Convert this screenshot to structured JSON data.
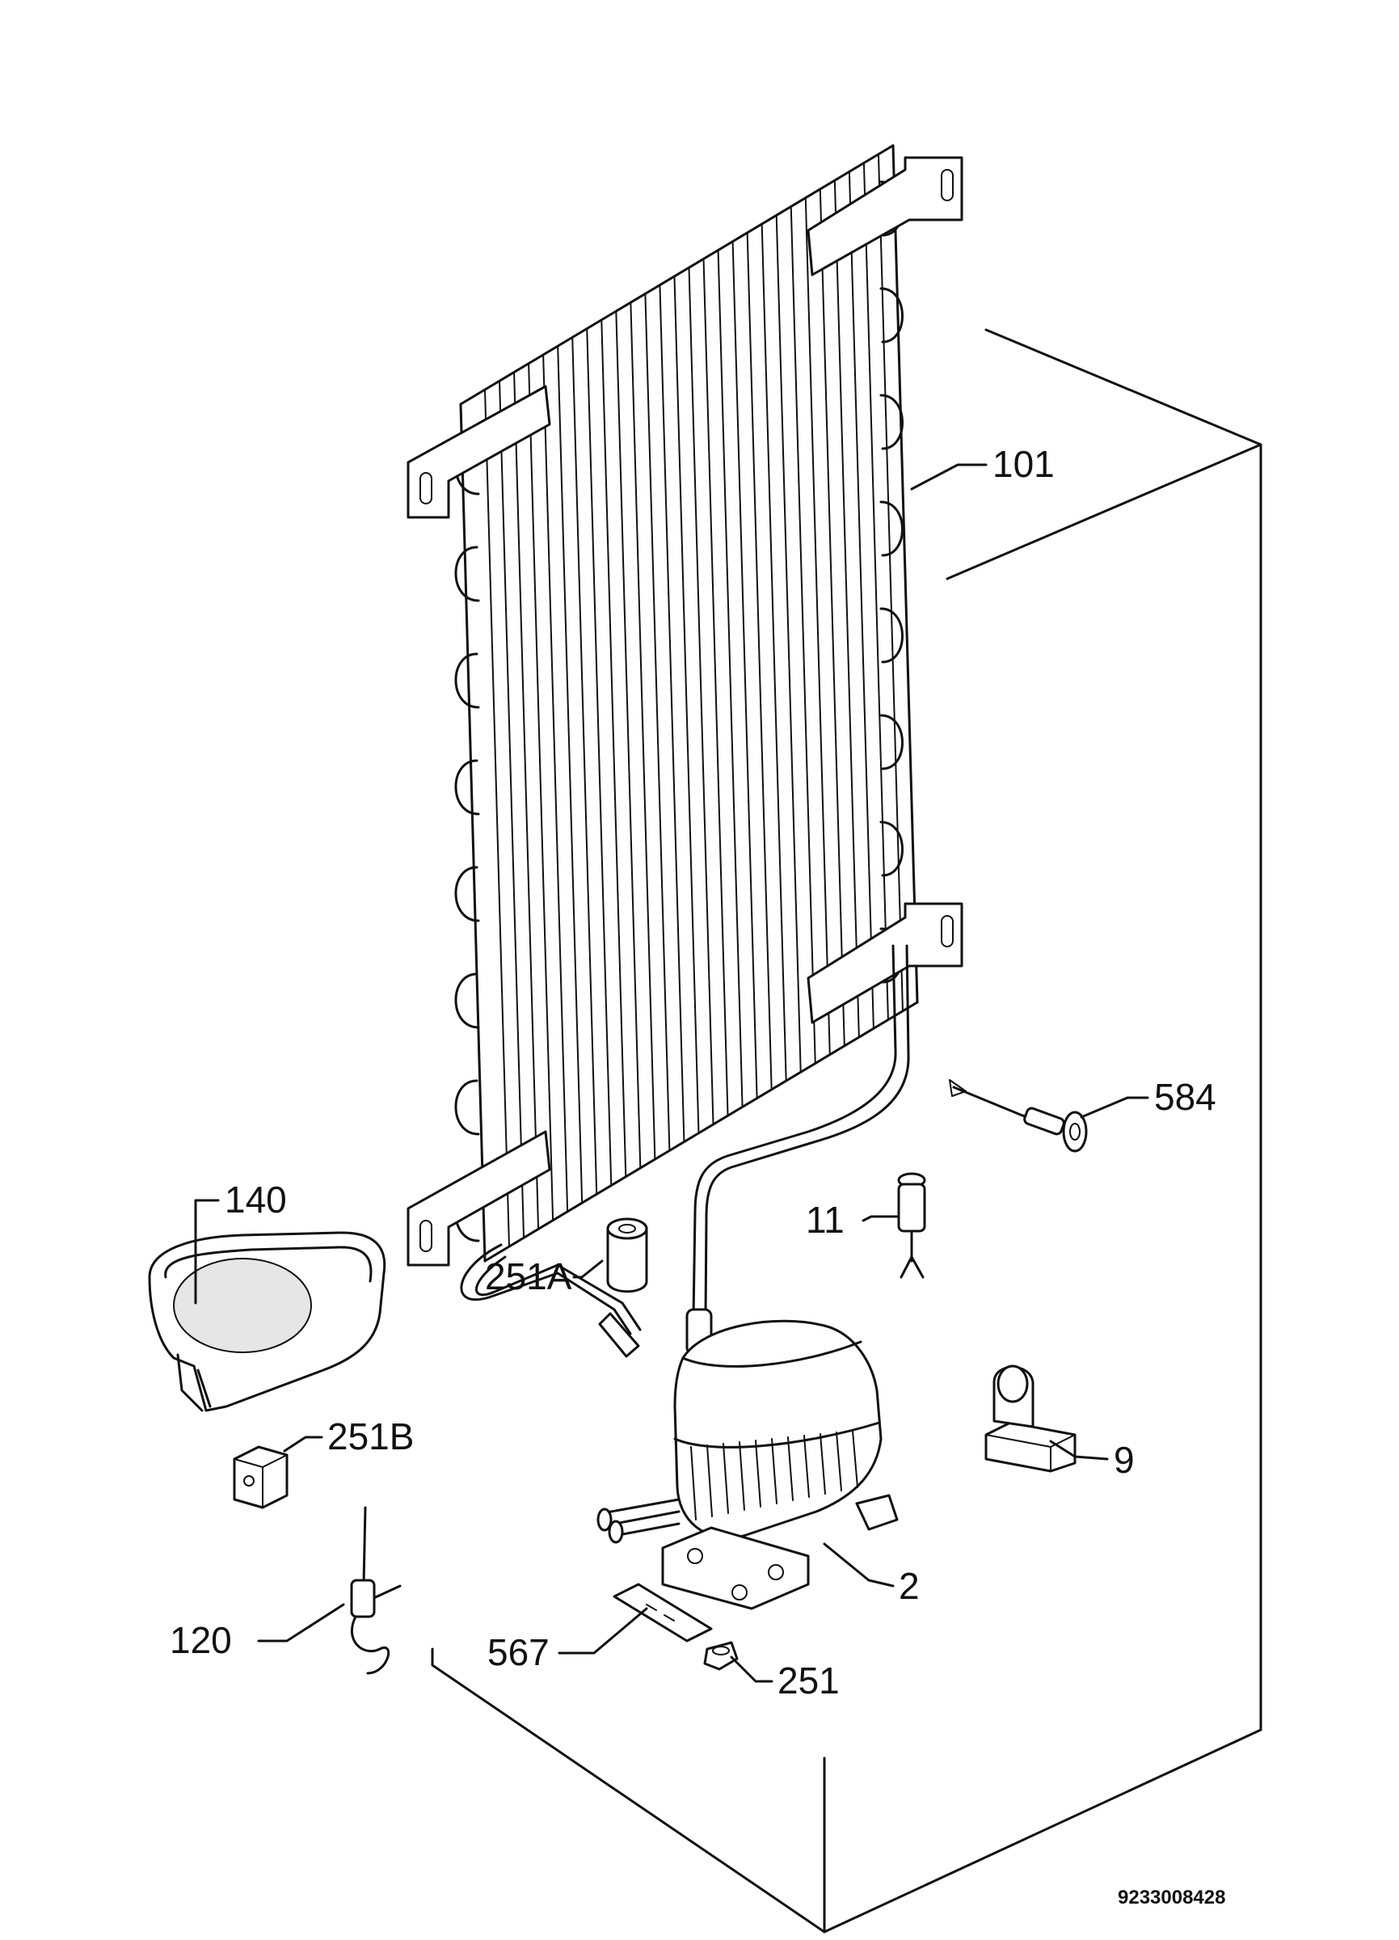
{
  "diagram": {
    "reference_number": "9233008428",
    "parts": [
      {
        "id": "101",
        "label": "101"
      },
      {
        "id": "584",
        "label": "584"
      },
      {
        "id": "140",
        "label": "140"
      },
      {
        "id": "11",
        "label": "11"
      },
      {
        "id": "251A",
        "label": "251A"
      },
      {
        "id": "251B",
        "label": "251B"
      },
      {
        "id": "9",
        "label": "9"
      },
      {
        "id": "2",
        "label": "2"
      },
      {
        "id": "120",
        "label": "120"
      },
      {
        "id": "567",
        "label": "567"
      },
      {
        "id": "251",
        "label": "251"
      }
    ]
  }
}
